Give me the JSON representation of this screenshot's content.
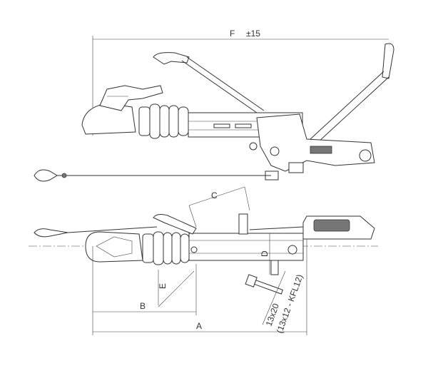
{
  "drawing": {
    "dimensions": {
      "F": "F",
      "F_tolerance": "±15",
      "A": "A",
      "B": "B",
      "C": "C",
      "D": "D",
      "E": "E"
    },
    "bolt_spec": "13x20",
    "bolt_spec_alt": "(13x12 - KFL12)"
  }
}
